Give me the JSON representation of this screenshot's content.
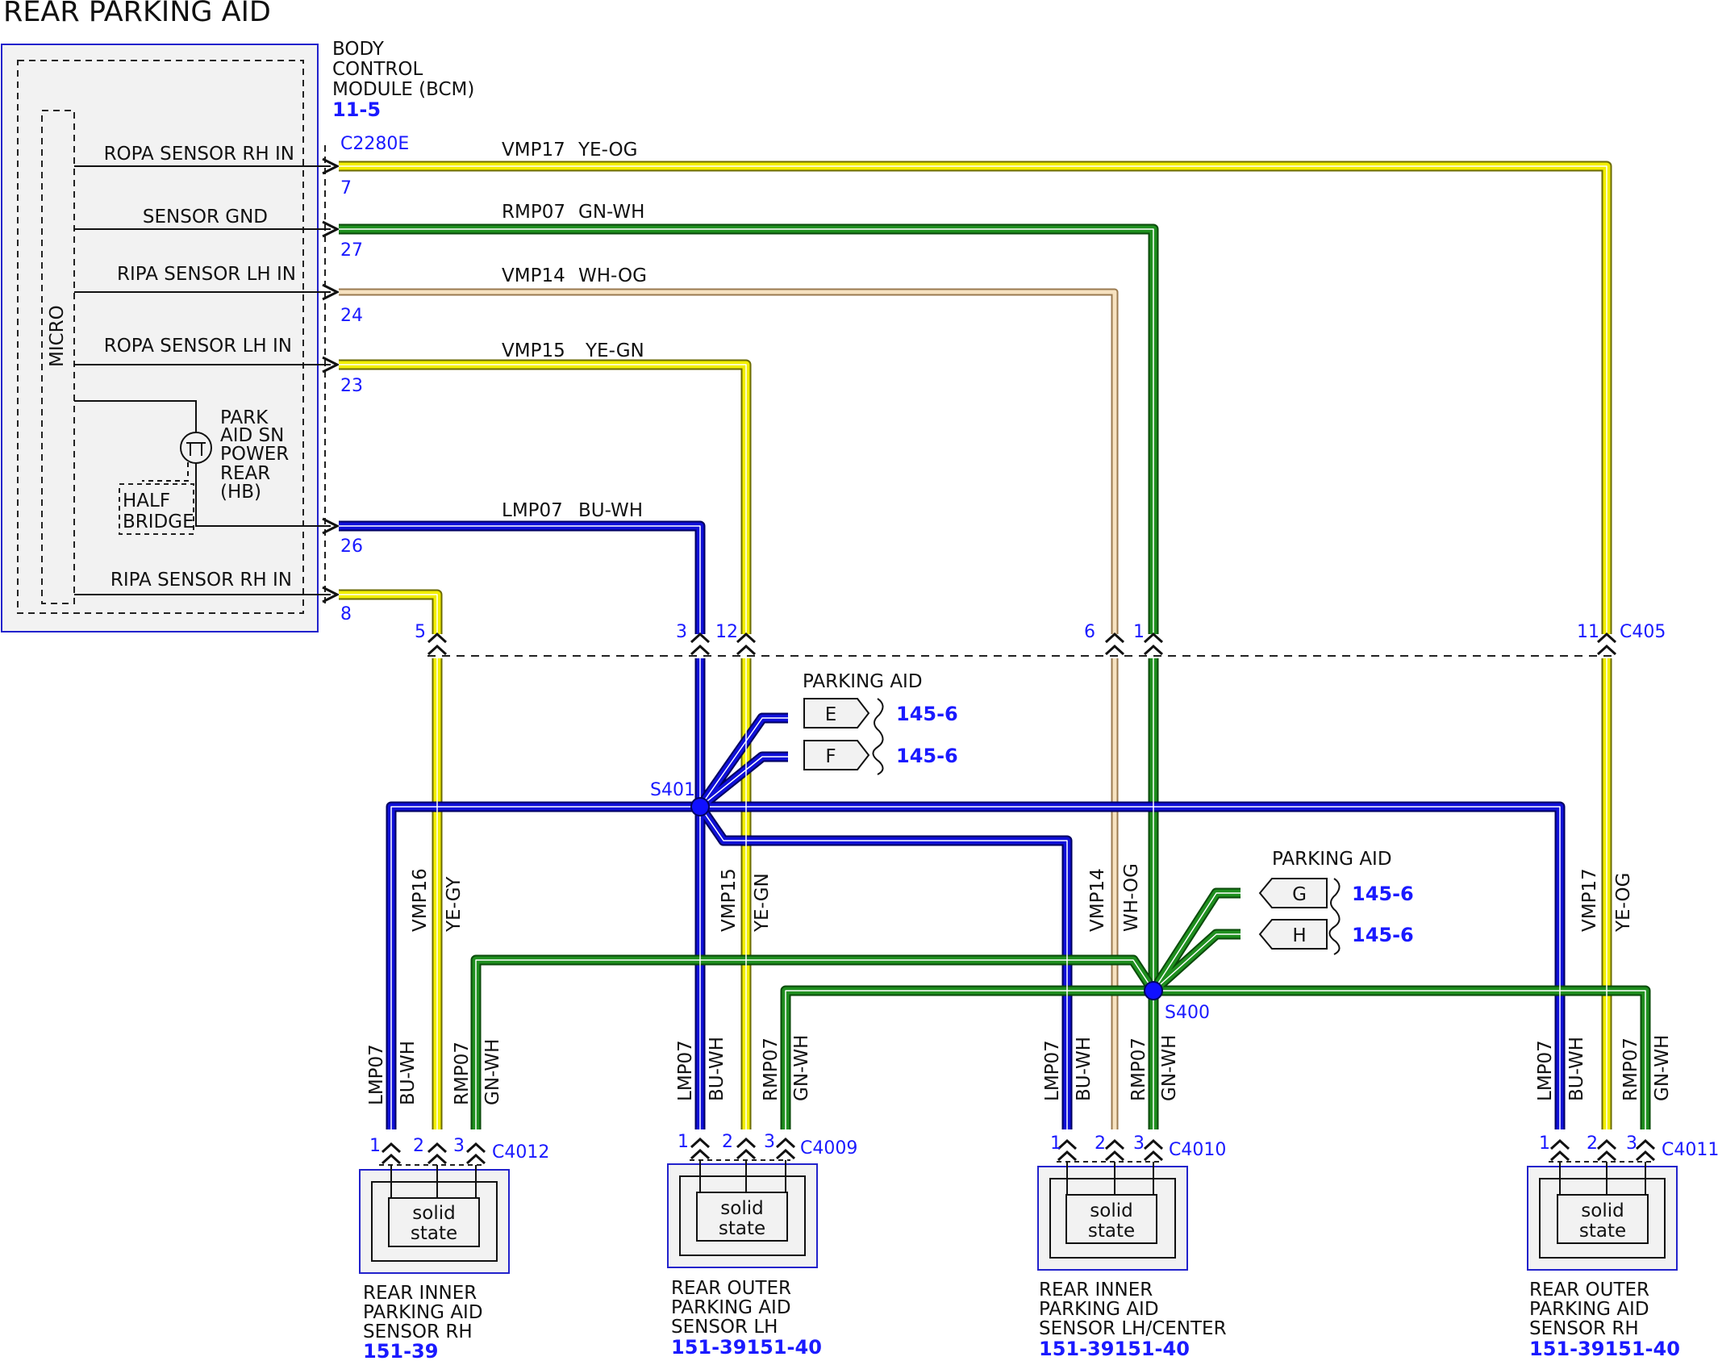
{
  "title": "REAR PARKING AID",
  "bcm": {
    "name_lines": [
      "BODY",
      "CONTROL",
      "MODULE (BCM)"
    ],
    "ref": "11-5",
    "micro_label": "MICRO",
    "connector": "C2280E",
    "power_label_lines": [
      "PARK",
      "AID SN",
      "POWER",
      "REAR",
      "(HB)"
    ],
    "half_bridge_lines": [
      "HALF",
      "BRIDGE"
    ]
  },
  "bcm_circuits": [
    {
      "label": "ROPA SENSOR RH IN",
      "pin": "7",
      "circuit": "VMP17",
      "color_code": "YE-OG"
    },
    {
      "label": "SENSOR GND",
      "pin": "27",
      "circuit": "RMP07",
      "color_code": "GN-WH"
    },
    {
      "label": "RIPA SENSOR LH IN",
      "pin": "24",
      "circuit": "VMP14",
      "color_code": "WH-OG"
    },
    {
      "label": "ROPA SENSOR LH IN",
      "pin": "23",
      "circuit": "VMP15",
      "color_code": "YE-GN"
    },
    {
      "label": "",
      "pin": "26",
      "circuit": "LMP07",
      "color_code": "BU-WH"
    },
    {
      "label": "RIPA SENSOR RH IN",
      "pin": "8",
      "circuit": "",
      "color_code": ""
    }
  ],
  "c405": {
    "name": "C405",
    "pins": [
      "5",
      "3",
      "12",
      "6",
      "1",
      "11"
    ]
  },
  "splices": {
    "s401": "S401",
    "s400": "S400"
  },
  "parking_aid_refs": [
    {
      "title": "PARKING AID",
      "items": [
        {
          "letter": "E",
          "ref": "145-6"
        },
        {
          "letter": "F",
          "ref": "145-6"
        }
      ]
    },
    {
      "title": "PARKING AID",
      "items": [
        {
          "letter": "G",
          "ref": "145-6"
        },
        {
          "letter": "H",
          "ref": "145-6"
        }
      ]
    }
  ],
  "vertical_labels": [
    {
      "circuit": "VMP16",
      "color_code": "YE-GY"
    },
    {
      "circuit": "VMP15",
      "color_code": "YE-GN"
    },
    {
      "circuit": "VMP14",
      "color_code": "WH-OG"
    },
    {
      "circuit": "VMP17",
      "color_code": "YE-OG"
    }
  ],
  "sensor_wire_labels": [
    {
      "circuit": "LMP07",
      "color_code": "BU-WH"
    },
    {
      "circuit": "RMP07",
      "color_code": "GN-WH"
    }
  ],
  "sensors": [
    {
      "connector": "C4012",
      "pins": [
        "1",
        "2",
        "3"
      ],
      "body": [
        "solid",
        "state"
      ],
      "name_lines": [
        "REAR INNER",
        "PARKING AID",
        "SENSOR RH"
      ],
      "ref": "151-39"
    },
    {
      "connector": "C4009",
      "pins": [
        "1",
        "2",
        "3"
      ],
      "body": [
        "solid",
        "state"
      ],
      "name_lines": [
        "REAR OUTER",
        "PARKING AID",
        "SENSOR LH"
      ],
      "ref": "151-39151-40"
    },
    {
      "connector": "C4010",
      "pins": [
        "1",
        "2",
        "3"
      ],
      "body": [
        "solid",
        "state"
      ],
      "name_lines": [
        "REAR INNER",
        "PARKING AID",
        "SENSOR LH/CENTER"
      ],
      "ref": "151-39151-40"
    },
    {
      "connector": "C4011",
      "pins": [
        "1",
        "2",
        "3"
      ],
      "body": [
        "solid",
        "state"
      ],
      "name_lines": [
        "REAR OUTER",
        "PARKING AID",
        "SENSOR RH"
      ],
      "ref": "151-39151-40"
    }
  ],
  "colors": {
    "yellow": "#f2ee00",
    "green": "#117a11",
    "blue": "#1010d8",
    "wh_og": "#f0c890",
    "module_border": "#2222cc",
    "module_fill": "#f2f2f2",
    "ref_text": "#1a1aff"
  }
}
